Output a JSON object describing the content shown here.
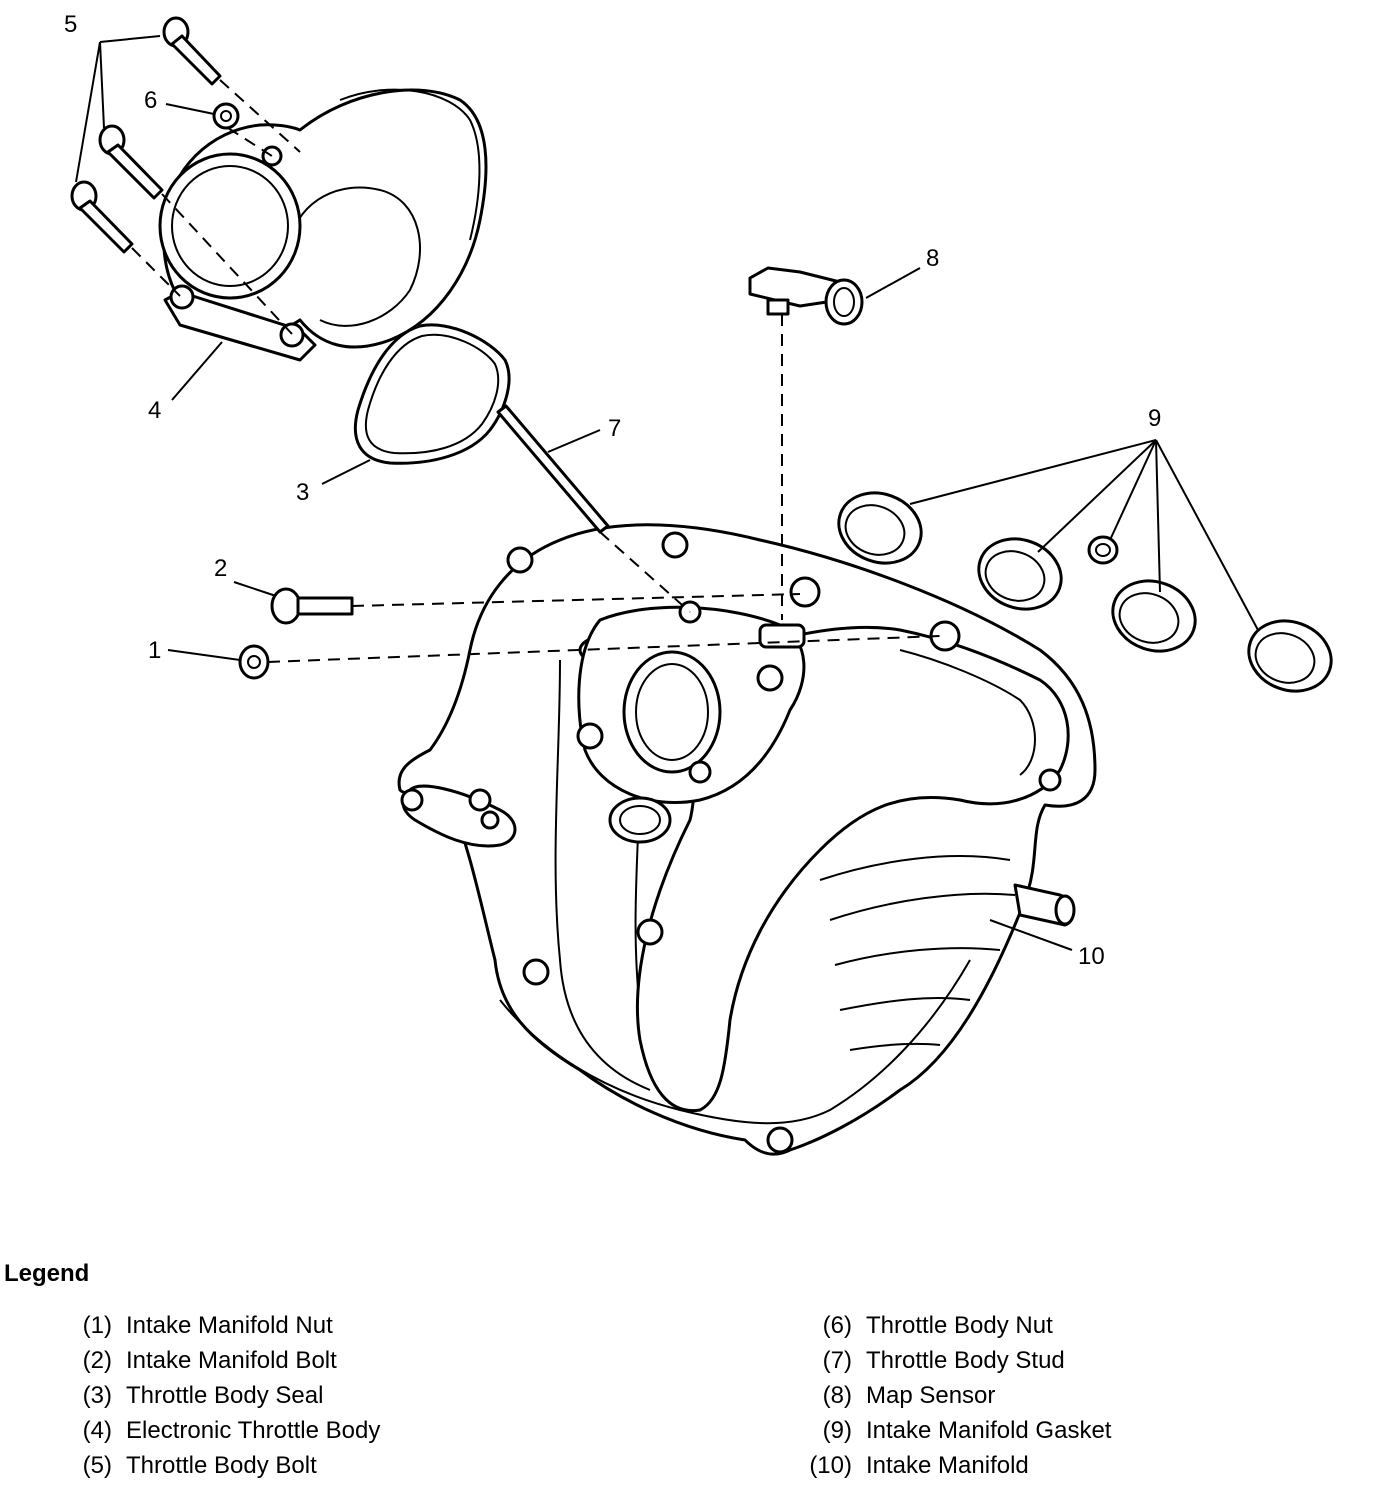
{
  "callouts": [
    "1",
    "2",
    "3",
    "4",
    "5",
    "6",
    "7",
    "8",
    "9",
    "10"
  ],
  "legend": {
    "title": "Legend",
    "left": [
      {
        "num": "(1)",
        "text": "Intake Manifold Nut"
      },
      {
        "num": "(2)",
        "text": "Intake Manifold Bolt"
      },
      {
        "num": "(3)",
        "text": "Throttle Body Seal"
      },
      {
        "num": "(4)",
        "text": "Electronic Throttle Body"
      },
      {
        "num": "(5)",
        "text": "Throttle Body Bolt"
      }
    ],
    "right": [
      {
        "num": "(6)",
        "text": "Throttle Body Nut"
      },
      {
        "num": "(7)",
        "text": "Throttle Body Stud"
      },
      {
        "num": "(8)",
        "text": "Map Sensor"
      },
      {
        "num": "(9)",
        "text": "Intake Manifold Gasket"
      },
      {
        "num": "(10)",
        "text": "Intake Manifold"
      }
    ]
  }
}
